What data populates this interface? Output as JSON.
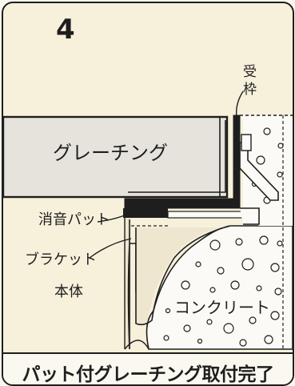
{
  "step": {
    "number": "4"
  },
  "labels": {
    "grating": "グレーチング",
    "frame_line1": "受",
    "frame_line2": "枠",
    "pad": "消音パット",
    "bracket_line1": "ブラケット",
    "bracket_line2": "本体",
    "concrete": "コンクリート"
  },
  "caption": "パット付グレーチング取付完了",
  "colors": {
    "background": "#f7f0db",
    "line": "#1e1e1e",
    "grating_fill": "#e6e3dc",
    "concrete_fill": "#fbfaf6",
    "pad_fill": "#1e1e1e"
  }
}
